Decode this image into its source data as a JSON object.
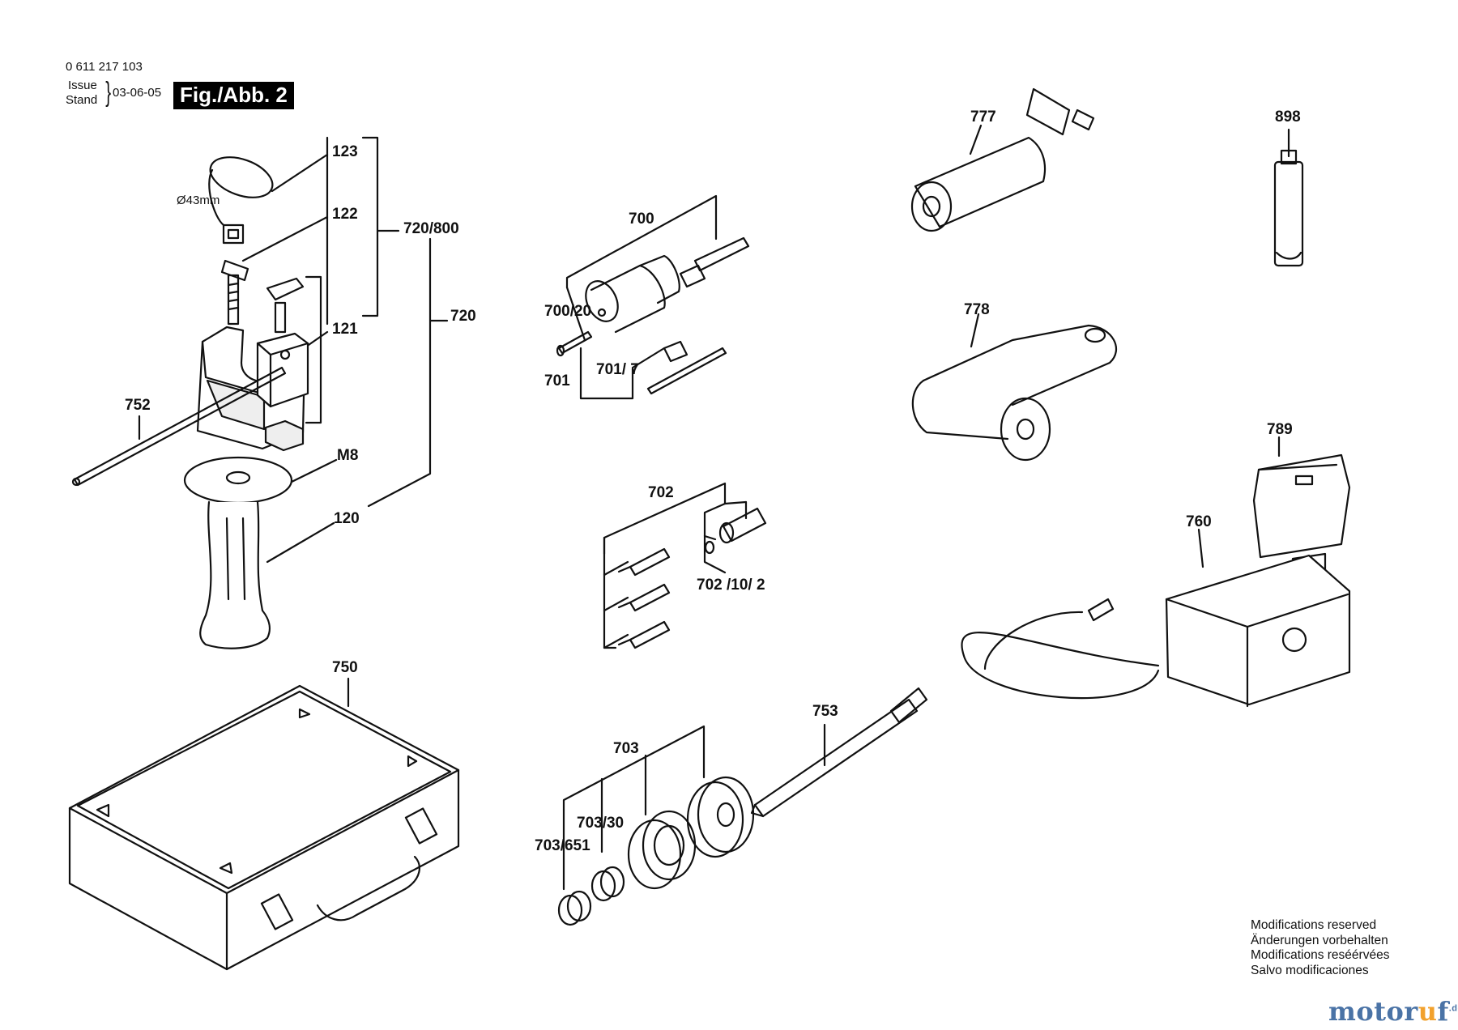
{
  "header": {
    "part_number": "0 611 217 103",
    "issue_label": "Issue",
    "stand_label": "Stand",
    "date": "03-06-05",
    "figure": "Fig./Abb. 2"
  },
  "callouts": {
    "c123": "123",
    "c122": "122",
    "c121": "121",
    "c720_800": "720/800",
    "c720": "720",
    "c752": "752",
    "cM8": "M8",
    "c120": "120",
    "diameter": "Ø43mm",
    "c700": "700",
    "c700_20": "700/20",
    "c701": "701",
    "c701_7": "701/ 7",
    "c702": "702",
    "c702_10_2": "702 /10/ 2",
    "c703": "703",
    "c703_30": "703/30",
    "c703_651": "703/651",
    "c753": "753",
    "c750": "750",
    "c777": "777",
    "c778": "778",
    "c898": "898",
    "c789": "789",
    "c760": "760"
  },
  "notice": {
    "en": "Modifications reserved",
    "de": "Änderungen vorbehalten",
    "fr": "Modifications reséérvées",
    "es": "Salvo modificaciones"
  },
  "logo": {
    "part1": "motor",
    "part2": "u",
    "part3": "f",
    "tld": ".de"
  }
}
